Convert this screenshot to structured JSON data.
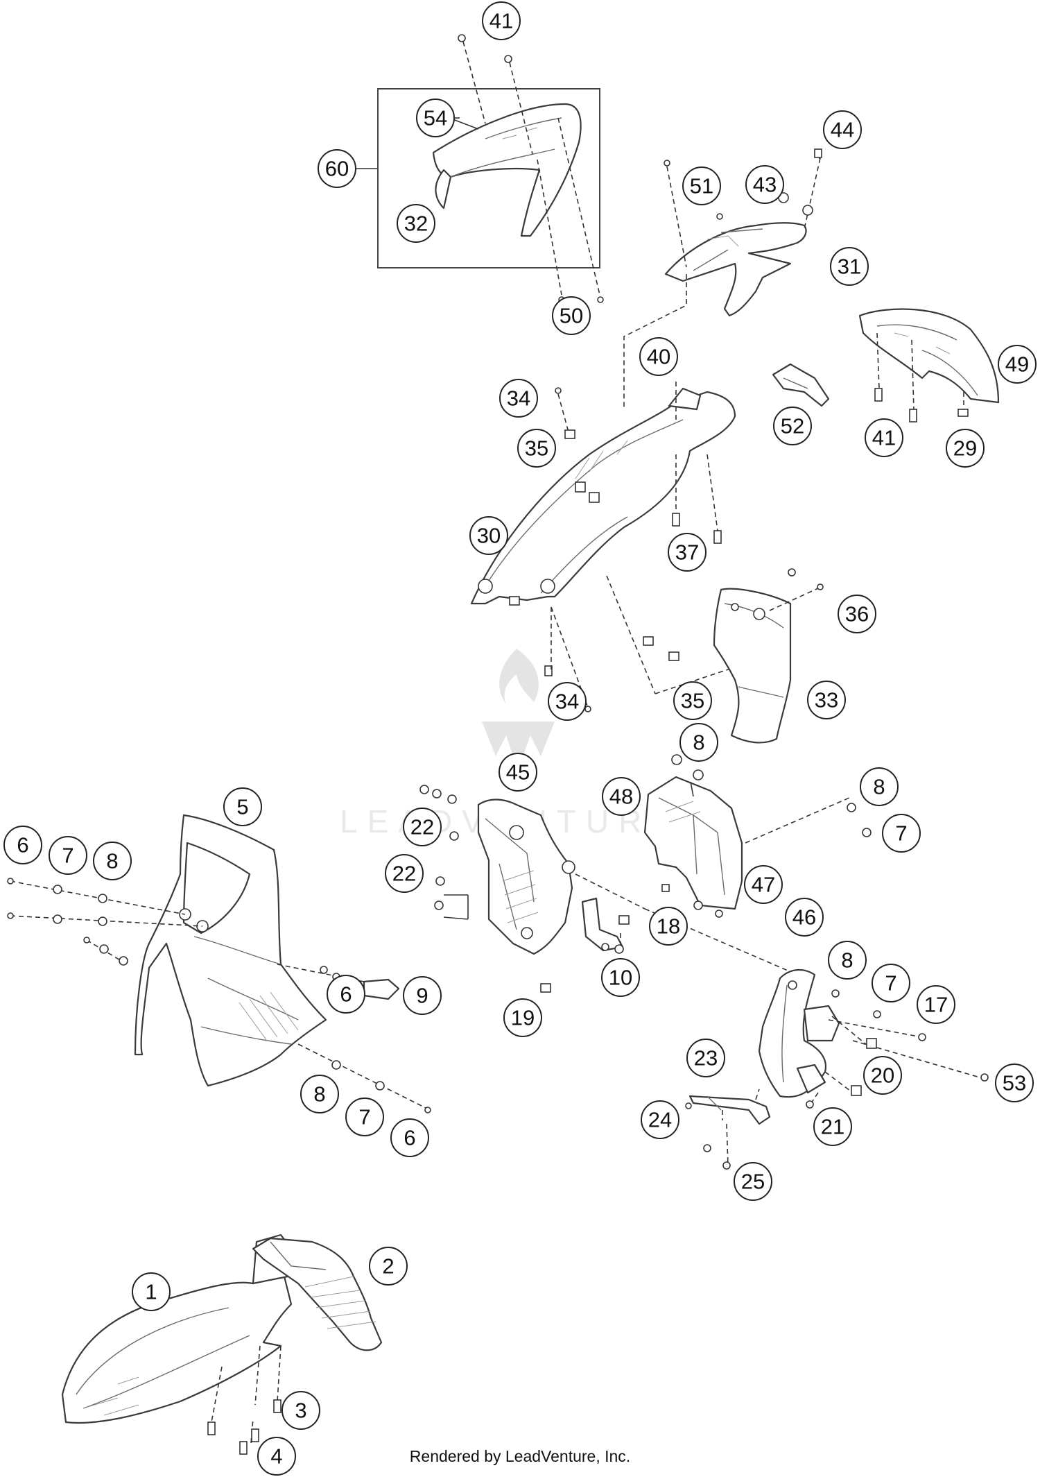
{
  "footer": {
    "text": "Rendered by LeadVenture, Inc."
  },
  "watermark": {
    "text": "LEADVENTURE"
  },
  "callouts": [
    {
      "name": "callout-41-top",
      "label": "41"
    },
    {
      "name": "callout-54",
      "label": "54"
    },
    {
      "name": "callout-60",
      "label": "60"
    },
    {
      "name": "callout-32",
      "label": "32"
    },
    {
      "name": "callout-50",
      "label": "50"
    },
    {
      "name": "callout-44",
      "label": "44"
    },
    {
      "name": "callout-51",
      "label": "51"
    },
    {
      "name": "callout-43",
      "label": "43"
    },
    {
      "name": "callout-31",
      "label": "31"
    },
    {
      "name": "callout-40",
      "label": "40"
    },
    {
      "name": "callout-49",
      "label": "49"
    },
    {
      "name": "callout-34-top",
      "label": "34"
    },
    {
      "name": "callout-35-top",
      "label": "35"
    },
    {
      "name": "callout-52",
      "label": "52"
    },
    {
      "name": "callout-41-right",
      "label": "41"
    },
    {
      "name": "callout-29",
      "label": "29"
    },
    {
      "name": "callout-30",
      "label": "30"
    },
    {
      "name": "callout-37",
      "label": "37"
    },
    {
      "name": "callout-36",
      "label": "36"
    },
    {
      "name": "callout-34-bottom",
      "label": "34"
    },
    {
      "name": "callout-35-bottom",
      "label": "35"
    },
    {
      "name": "callout-33",
      "label": "33"
    },
    {
      "name": "callout-8-upper",
      "label": "8"
    },
    {
      "name": "callout-45",
      "label": "45"
    },
    {
      "name": "callout-48",
      "label": "48"
    },
    {
      "name": "callout-8-right",
      "label": "8"
    },
    {
      "name": "callout-7-right",
      "label": "7"
    },
    {
      "name": "callout-5",
      "label": "5"
    },
    {
      "name": "callout-6-left",
      "label": "6"
    },
    {
      "name": "callout-7-left",
      "label": "7"
    },
    {
      "name": "callout-8-left",
      "label": "8"
    },
    {
      "name": "callout-22-a",
      "label": "22"
    },
    {
      "name": "callout-22-b",
      "label": "22"
    },
    {
      "name": "callout-47",
      "label": "47"
    },
    {
      "name": "callout-46",
      "label": "46"
    },
    {
      "name": "callout-18",
      "label": "18"
    },
    {
      "name": "callout-6-mid",
      "label": "6"
    },
    {
      "name": "callout-9",
      "label": "9"
    },
    {
      "name": "callout-10",
      "label": "10"
    },
    {
      "name": "callout-19",
      "label": "19"
    },
    {
      "name": "callout-8-lower-right",
      "label": "8"
    },
    {
      "name": "callout-7-lower-right",
      "label": "7"
    },
    {
      "name": "callout-17",
      "label": "17"
    },
    {
      "name": "callout-23",
      "label": "23"
    },
    {
      "name": "callout-20",
      "label": "20"
    },
    {
      "name": "callout-53",
      "label": "53"
    },
    {
      "name": "callout-8-bottom",
      "label": "8"
    },
    {
      "name": "callout-7-bottom",
      "label": "7"
    },
    {
      "name": "callout-6-bottom",
      "label": "6"
    },
    {
      "name": "callout-24",
      "label": "24"
    },
    {
      "name": "callout-21",
      "label": "21"
    },
    {
      "name": "callout-25",
      "label": "25"
    },
    {
      "name": "callout-1",
      "label": "1"
    },
    {
      "name": "callout-2",
      "label": "2"
    },
    {
      "name": "callout-3",
      "label": "3"
    },
    {
      "name": "callout-4",
      "label": "4"
    }
  ]
}
